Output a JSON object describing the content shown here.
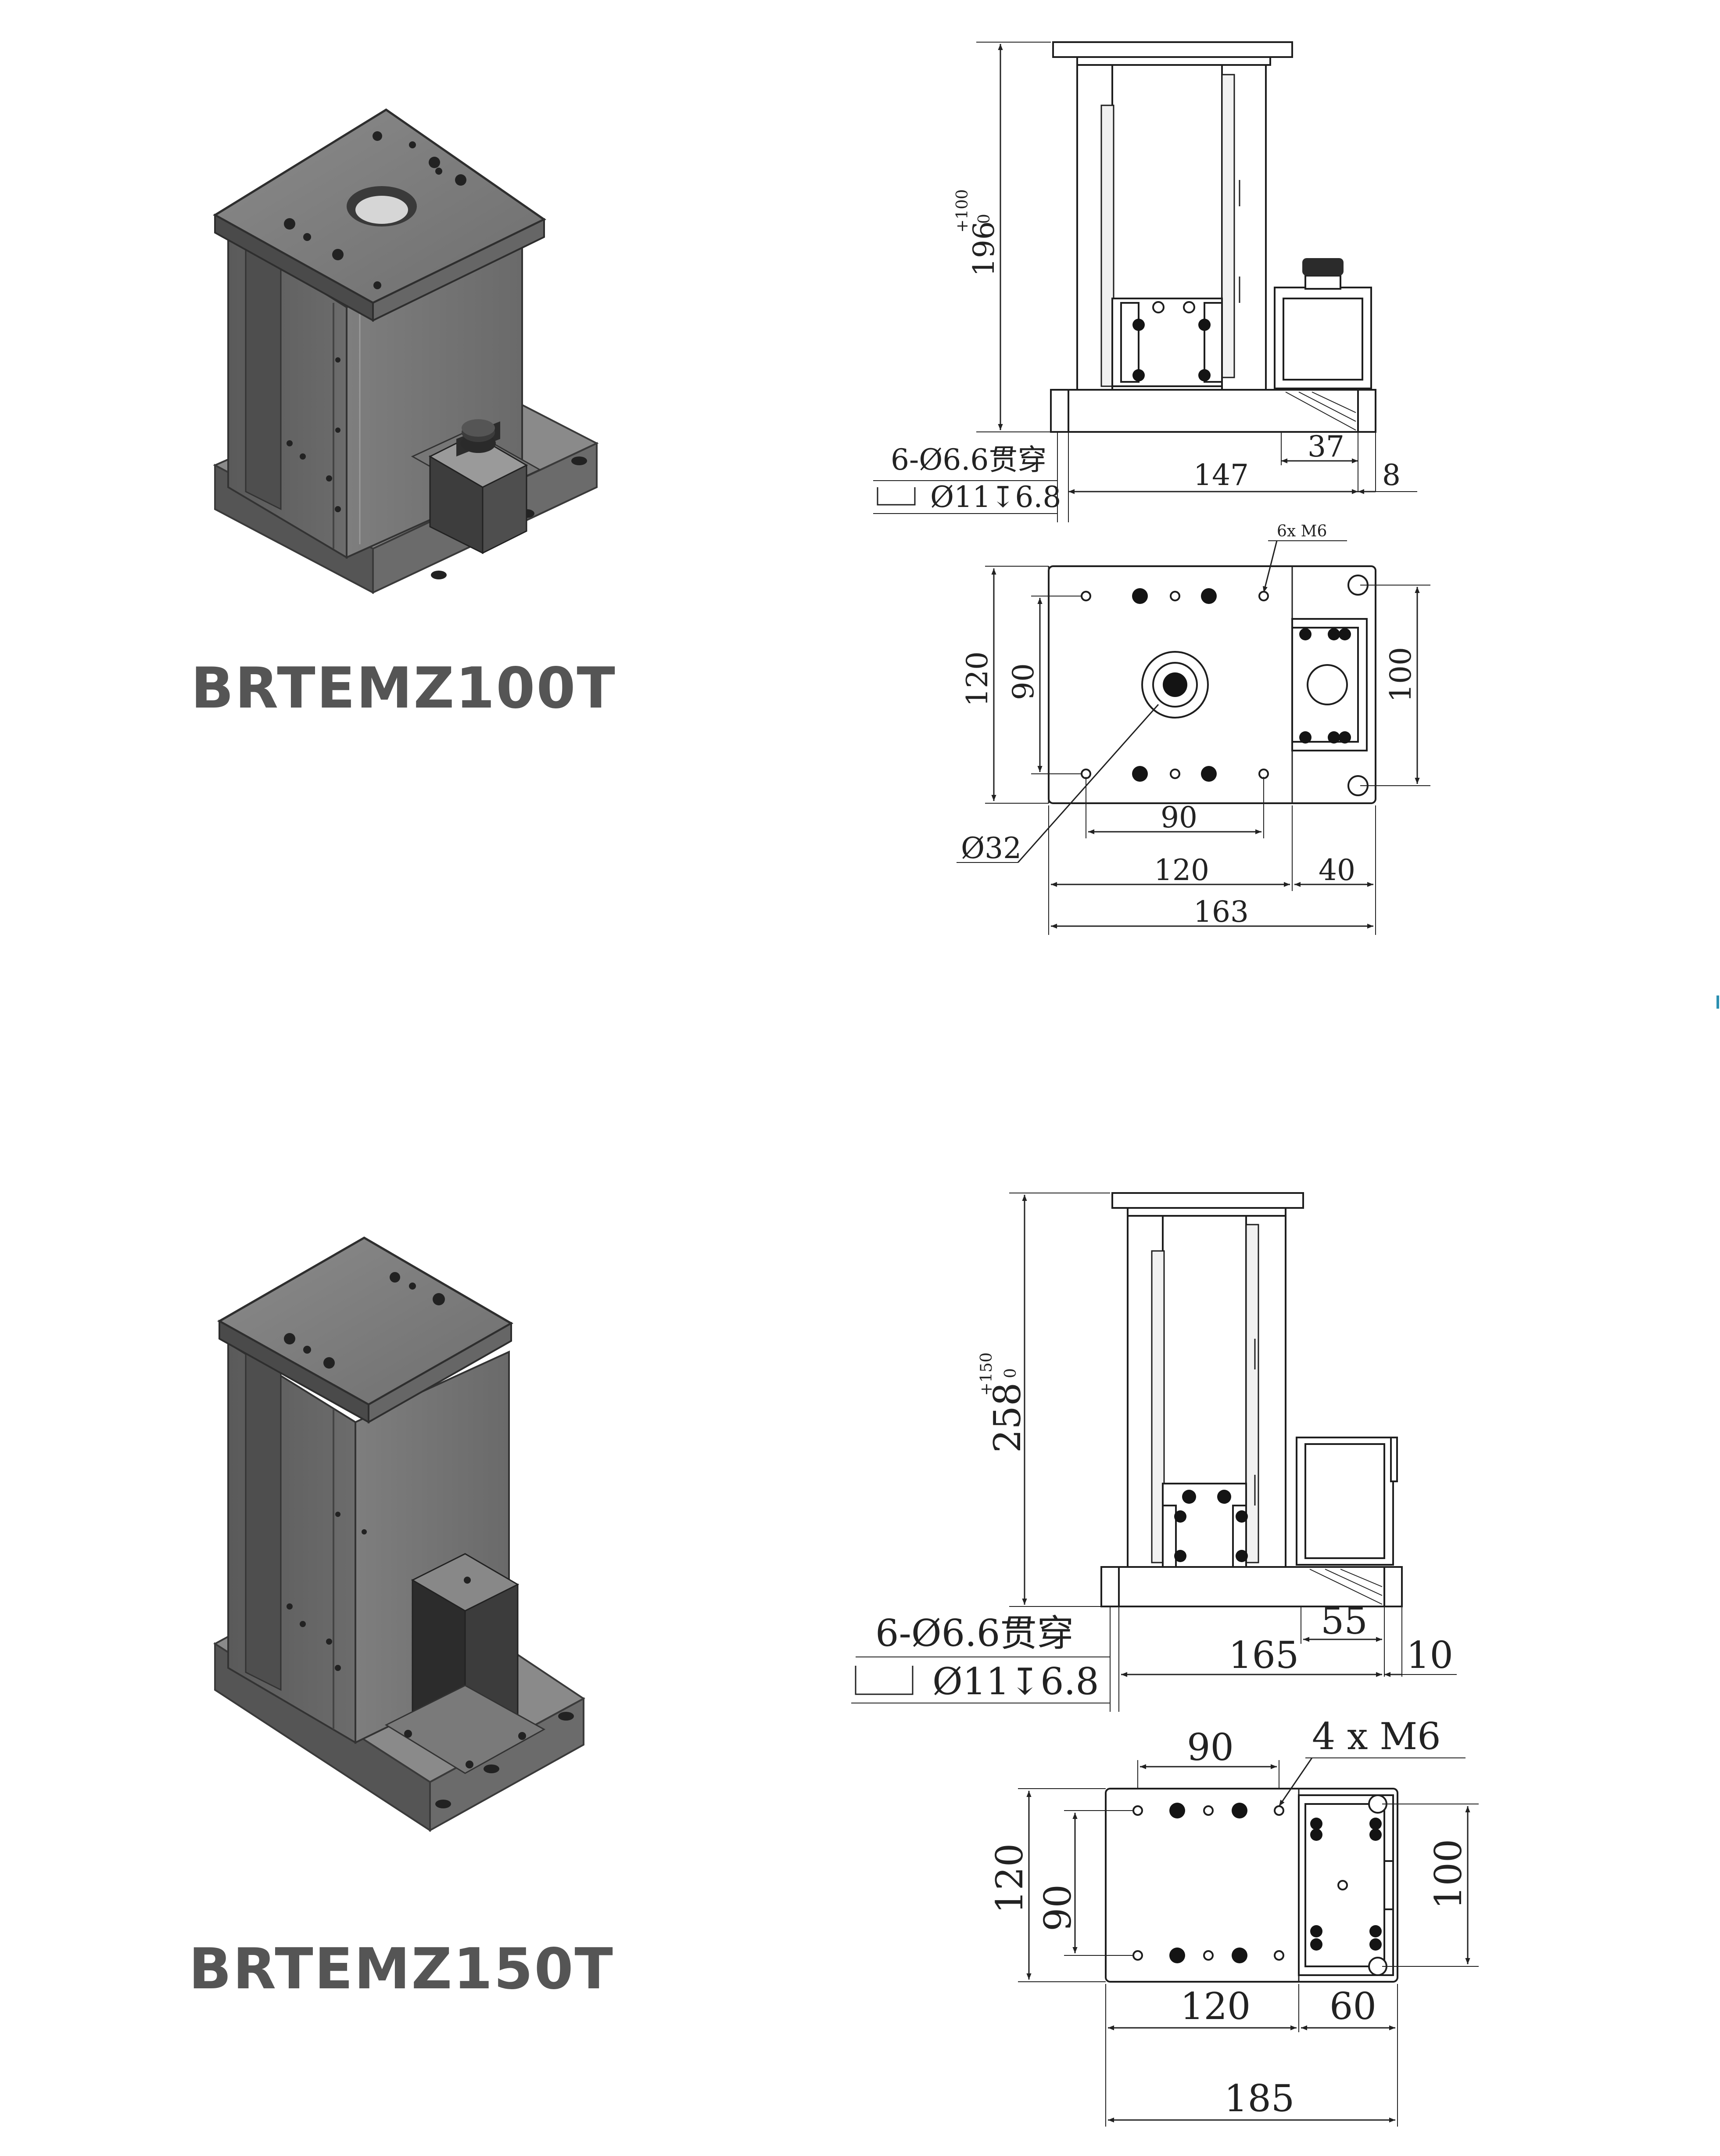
{
  "products": [
    {
      "model": "BRTEMZ100T",
      "side_view": {
        "height": "196",
        "stroke_upper": "+100",
        "stroke_lower": "0",
        "hole_spec": "6-Ø6.6贯穿",
        "counterbore_spec": "Ø11↧6.8",
        "base_length": "147",
        "motor_offset": "37",
        "edge_offset": "8"
      },
      "top_view": {
        "thread_spec": "6x  M6",
        "width": "120",
        "hole_pitch_y": "90",
        "motor_width": "100",
        "hole_pitch_x": "90",
        "bore": "Ø32",
        "body_length": "120",
        "motor_length": "40",
        "total_length": "163"
      }
    },
    {
      "model": "BRTEMZ150T",
      "side_view": {
        "height": "258",
        "stroke_upper": "+150",
        "stroke_lower": "0",
        "hole_spec": "6-Ø6.6贯穿",
        "counterbore_spec": "Ø11↧6.8",
        "base_length": "165",
        "motor_offset": "55",
        "edge_offset": "10"
      },
      "top_view": {
        "thread_spec": "4 x   M6",
        "hole_pitch_x": "90",
        "width": "120",
        "hole_pitch_y": "90",
        "motor_width": "100",
        "body_length": "120",
        "motor_length": "60",
        "total_length": "185"
      }
    }
  ]
}
